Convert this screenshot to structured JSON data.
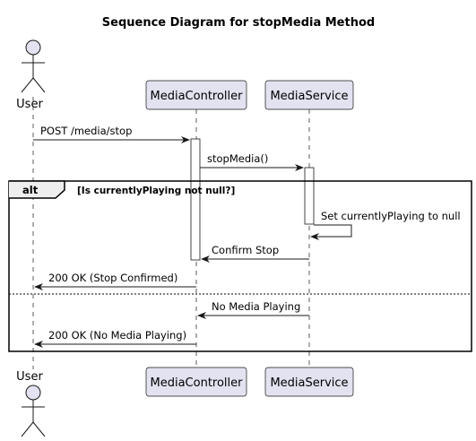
{
  "title": "Sequence Diagram for stopMedia Method",
  "colors": {
    "participant_fill": "#e2e2f0",
    "participant_stroke": "#181818",
    "lifeline": "#181818",
    "activation_fill": "#ffffff"
  },
  "participants": {
    "user": "User",
    "controller": "MediaController",
    "service": "MediaService"
  },
  "fragment": {
    "keyword": "alt",
    "guard": "[Is currentlyPlaying not null?]"
  },
  "messages": {
    "m1": "POST /media/stop",
    "m2": "stopMedia()",
    "m3": "Set currentlyPlaying to null",
    "m4": "Confirm Stop",
    "m5": "200 OK (Stop Confirmed)",
    "m6": "No Media Playing",
    "m7": "200 OK (No Media Playing)"
  }
}
